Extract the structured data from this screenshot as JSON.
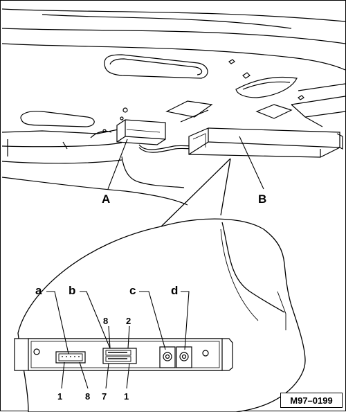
{
  "labels": {
    "A": "A",
    "B": "B",
    "a": "a",
    "b": "b",
    "c": "c",
    "d": "d"
  },
  "pins": {
    "a_left": "1",
    "a_right": "8",
    "b_top_left": "8",
    "b_top_right": "2",
    "b_bottom_left": "7",
    "b_bottom_right": "1"
  },
  "figure_code": "M97–0199"
}
